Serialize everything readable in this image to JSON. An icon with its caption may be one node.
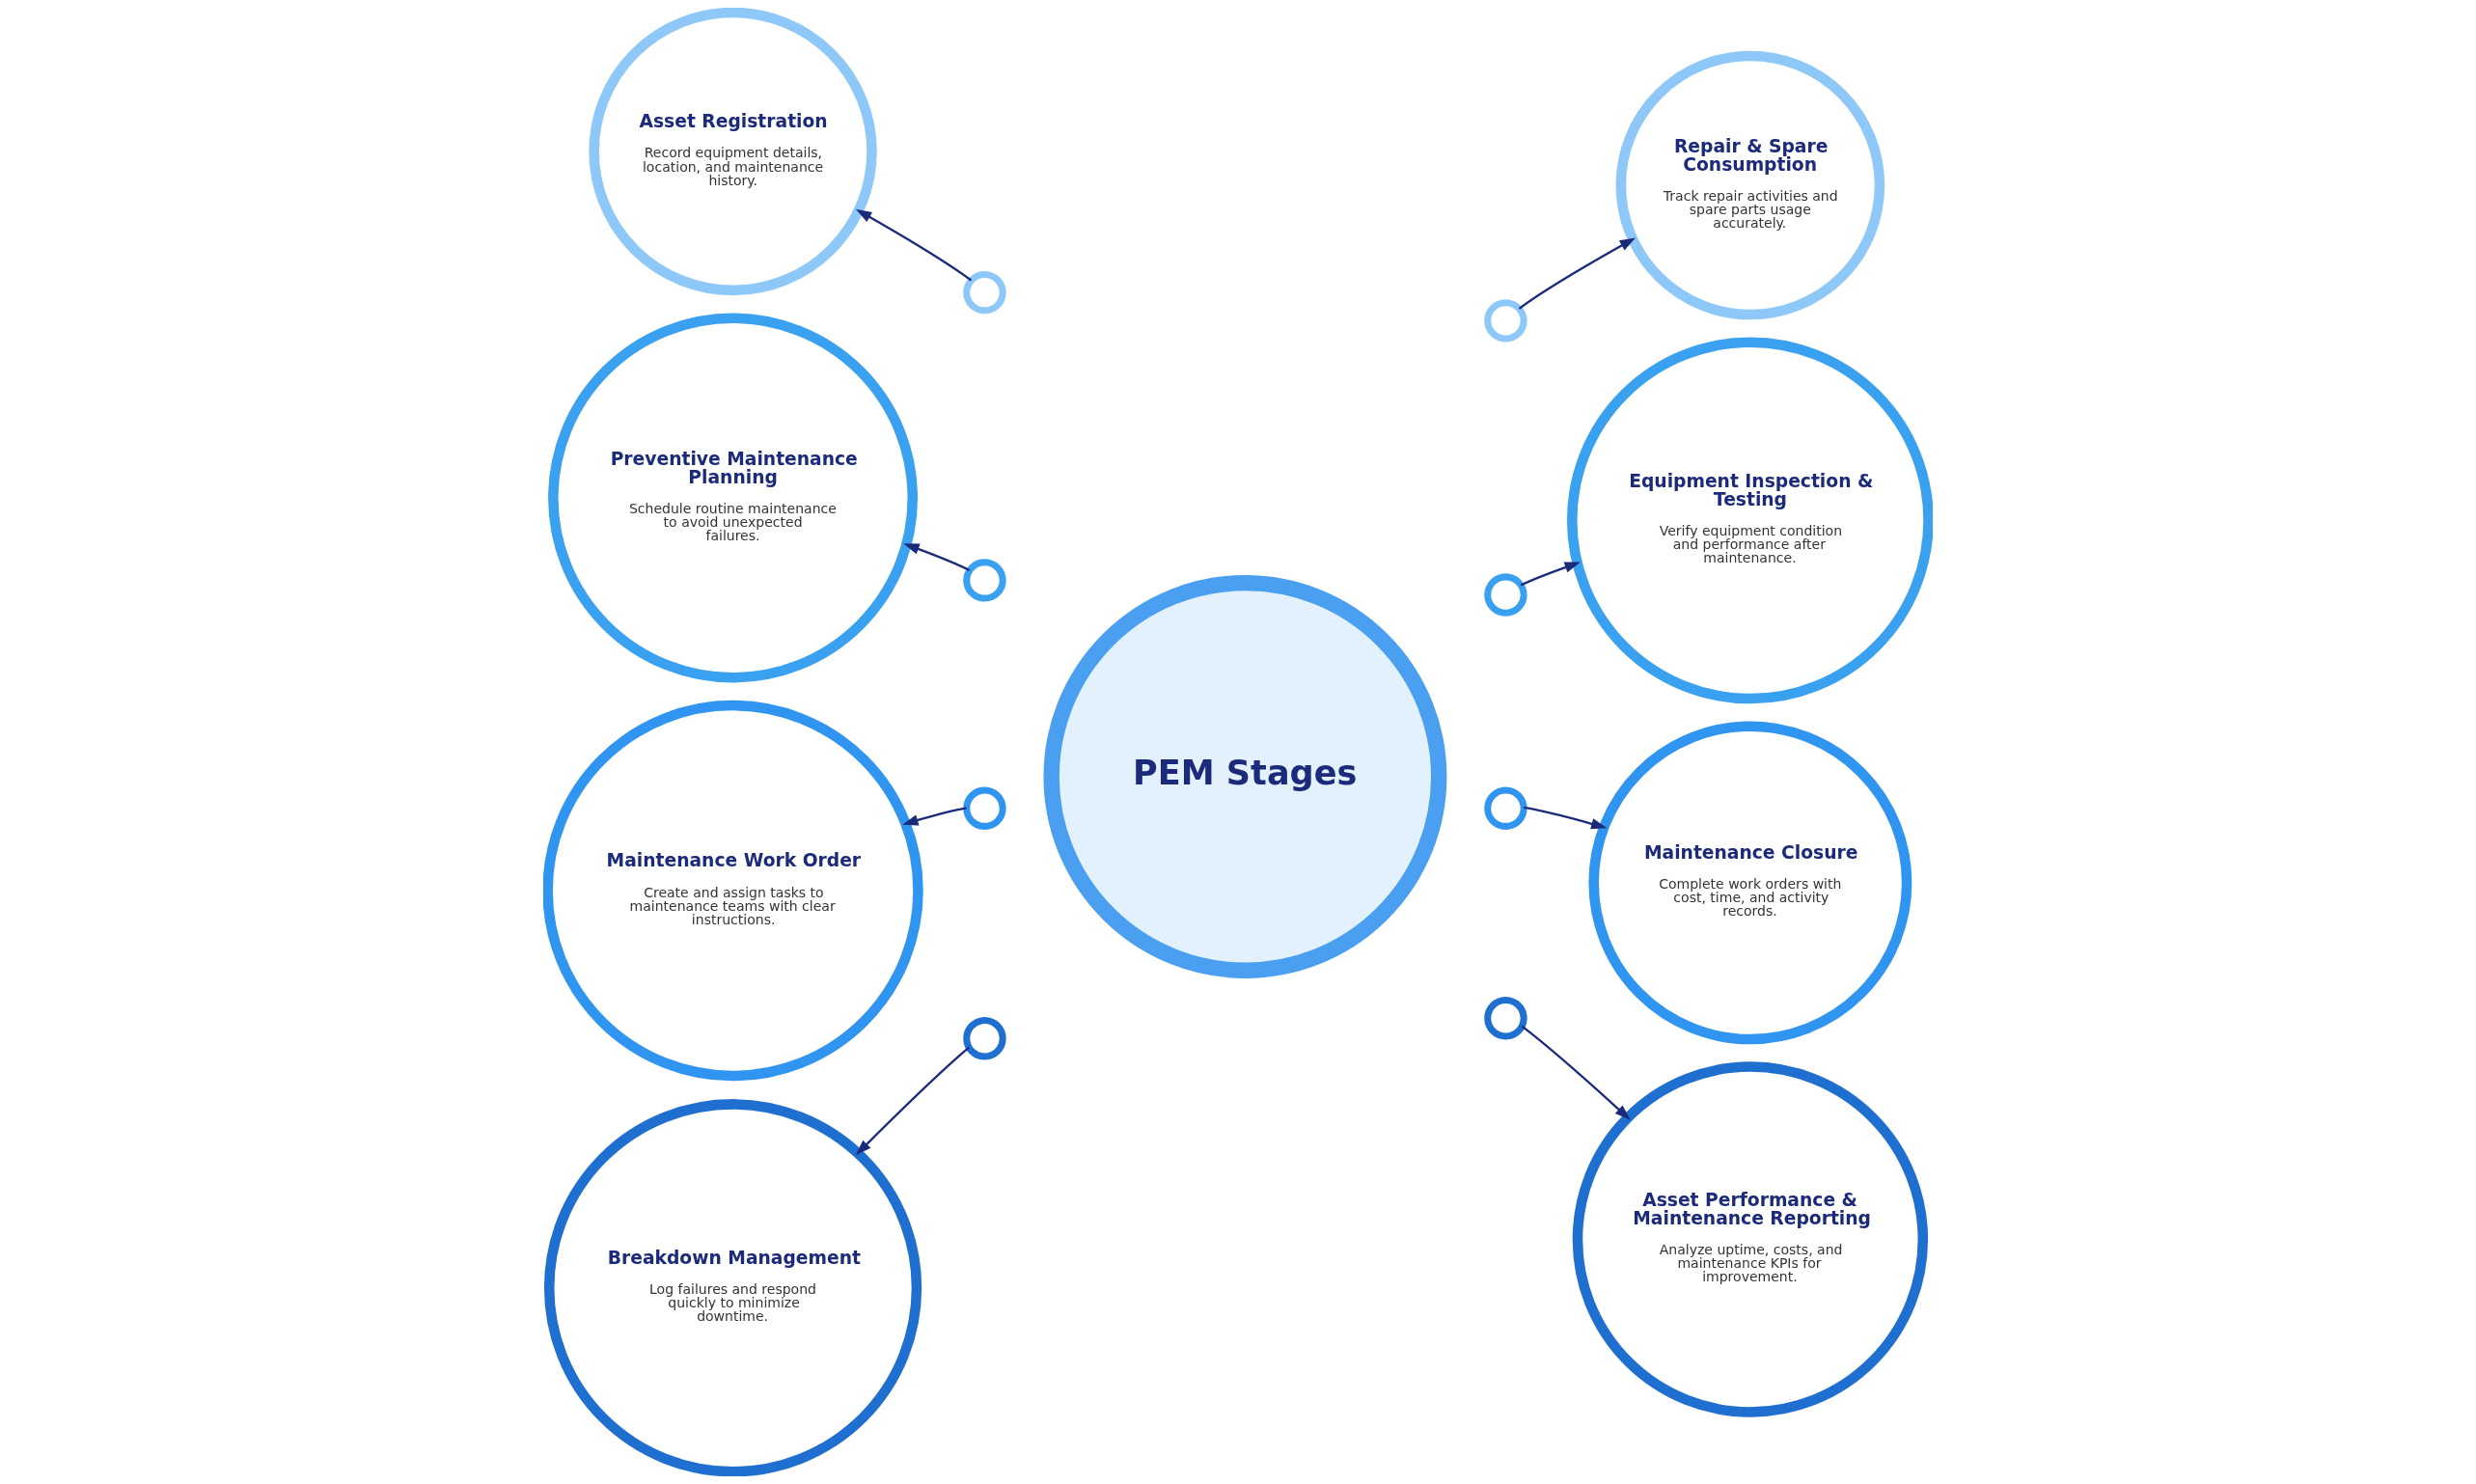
{
  "diagram": {
    "nodes": [
      {
        "text": [
          "PEM Stages"
        ]
      },
      {
        "text": [
          "Asset Registration",
          "Record equipment details, location, and maintenance history."
        ]
      },
      {
        "text": [
          "Repair & Spare Consumption",
          "Track repair activities and spare parts usage accurately."
        ]
      },
      {
        "text": [
          "Preventive Maintenance Planning",
          "Schedule routine maintenance to avoid unexpected failures."
        ]
      },
      {
        "text": [
          "Equipment Inspection & Testing",
          "Verify equipment condition and performance after maintenance."
        ]
      },
      {
        "text": [
          "Maintenance Work Order",
          "Create and assign tasks to maintenance teams with clear instructions."
        ]
      },
      {
        "text": [
          "Maintenance Closure",
          "Complete work orders with cost, time, and activity records."
        ]
      },
      {
        "text": [
          "Breakdown Management",
          "Log failures and respond quickly to minimize downtime."
        ]
      },
      {
        "text": [
          "Asset Performance & Maintenance Reporting",
          "Analyze uptime, costs, and maintenance KPIs for improvement."
        ]
      },
      {
        "text": [],
        "shape": "circle"
      },
      {
        "text": [],
        "shape": "circle"
      },
      {
        "text": [],
        "shape": "circle"
      },
      {
        "text": [],
        "shape": "circle"
      },
      {
        "text": [],
        "shape": "circle"
      },
      {
        "text": [],
        "shape": "circle"
      },
      {
        "text": [],
        "shape": "circle"
      },
      {
        "text": [],
        "shape": "circle"
      }
    ],
    "edges": [
      {
        "from": 9,
        "to": 1,
        "arrow": "to"
      },
      {
        "from": 10,
        "to": 2,
        "arrow": "to"
      },
      {
        "from": 11,
        "to": 3,
        "arrow": "to"
      },
      {
        "from": 12,
        "to": 4,
        "arrow": "to"
      },
      {
        "from": 13,
        "to": 5,
        "arrow": "to"
      },
      {
        "from": 14,
        "to": 6,
        "arrow": "to"
      },
      {
        "from": 15,
        "to": 7,
        "arrow": "to"
      },
      {
        "from": 16,
        "to": 8,
        "arrow": "to"
      }
    ]
  }
}
